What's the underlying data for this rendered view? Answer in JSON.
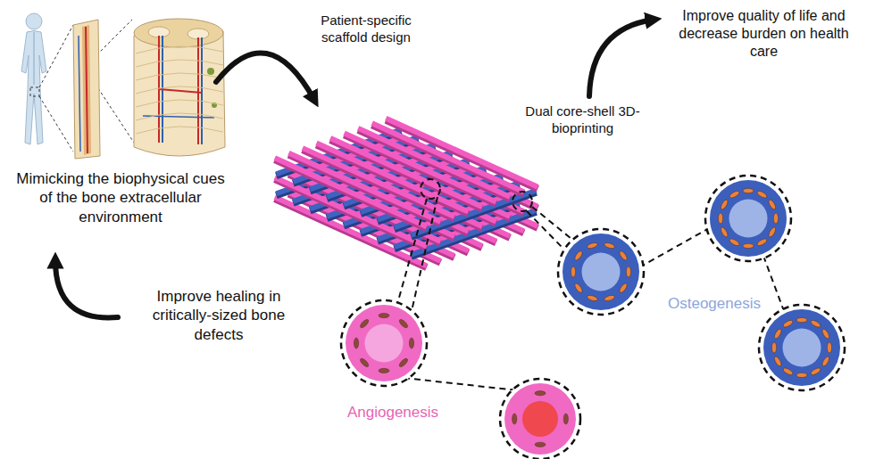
{
  "diagram": {
    "labels": [
      "Mimicking the biophysical cues of the bone extracellular environment",
      "Patient-specific scaffold design",
      "Dual core-shell 3D-bioprinting",
      "Improve quality of life and decrease burden on health care",
      "Improve healing in critically-sized bone defects",
      "Osteogenesis",
      "Angiogenesis"
    ]
  }
}
